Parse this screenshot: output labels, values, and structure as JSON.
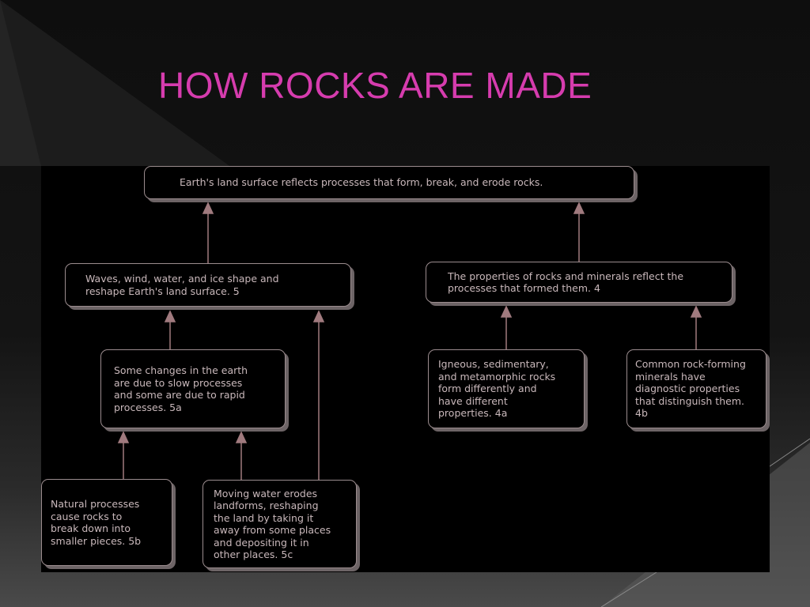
{
  "slide": {
    "title": "HOW ROCKS ARE MADE"
  },
  "diagram": {
    "nodes": {
      "root": "Earth's land surface reflects processes that form, break, and erode rocks.",
      "waves": "Waves, wind, water, and ice shape and\nreshape Earth's land surface. 5",
      "properties": "The properties of rocks and minerals reflect the\nprocesses that formed them. 4",
      "changes": "Some changes in the earth\nare due to slow processes\nand some are due to rapid\nprocesses. 5a",
      "igneous": "Igneous, sedimentary,\nand metamorphic rocks\nform differently and\nhave different\nproperties. 4a",
      "common": "Common rock-forming\nminerals have\ndiagnostic properties\nthat distinguish them.\n4b",
      "natural": "Natural processes\ncause rocks to\nbreak down into\nsmaller pieces. 5b",
      "moving": "Moving water erodes\nlandforms, reshaping\nthe land by taking it\naway from some places\nand depositing it in\nother places. 5c"
    },
    "colors": {
      "title": "#d63cae",
      "node_text": "#c9b8bb",
      "node_border": "#9b8c8e",
      "arrow": "#a07a7e"
    }
  }
}
